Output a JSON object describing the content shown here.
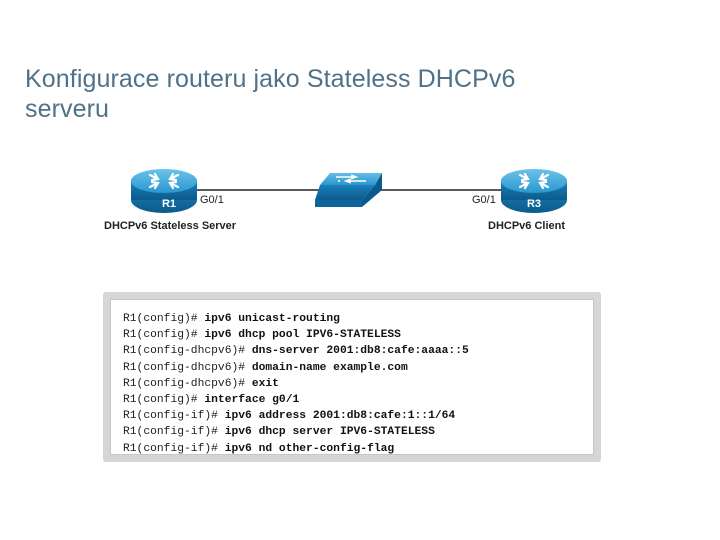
{
  "slide": {
    "title_line1": "Konfigurace routeru jako Stateless DHCPv6",
    "title_line2": "serveru"
  },
  "topology": {
    "left_router": {
      "label": "R1",
      "interface": "G0/1",
      "role": "DHCPv6 Stateless Server"
    },
    "right_router": {
      "label": "R3",
      "interface": "G0/1",
      "role": "DHCPv6 Client"
    },
    "colors": {
      "device": "#1f8fc9",
      "device_dark": "#0b5f8f",
      "device_light": "#5bb8e4",
      "link": "#222222"
    },
    "icons": [
      "router-icon",
      "switch-icon",
      "router-icon"
    ]
  },
  "cli": {
    "lines": [
      {
        "prompt": "R1(config)# ",
        "command": "ipv6 unicast-routing"
      },
      {
        "prompt": "R1(config)# ",
        "command": "ipv6 dhcp pool IPV6-STATELESS"
      },
      {
        "prompt": "R1(config-dhcpv6)# ",
        "command": "dns-server 2001:db8:cafe:aaaa::5"
      },
      {
        "prompt": "R1(config-dhcpv6)# ",
        "command": "domain-name example.com"
      },
      {
        "prompt": "R1(config-dhcpv6)# ",
        "command": "exit"
      },
      {
        "prompt": "R1(config)# ",
        "command": "interface g0/1"
      },
      {
        "prompt": "R1(config-if)# ",
        "command": "ipv6 address 2001:db8:cafe:1::1/64"
      },
      {
        "prompt": "R1(config-if)# ",
        "command": "ipv6 dhcp server IPV6-STATELESS"
      },
      {
        "prompt": "R1(config-if)# ",
        "command": "ipv6 nd other-config-flag"
      }
    ]
  }
}
